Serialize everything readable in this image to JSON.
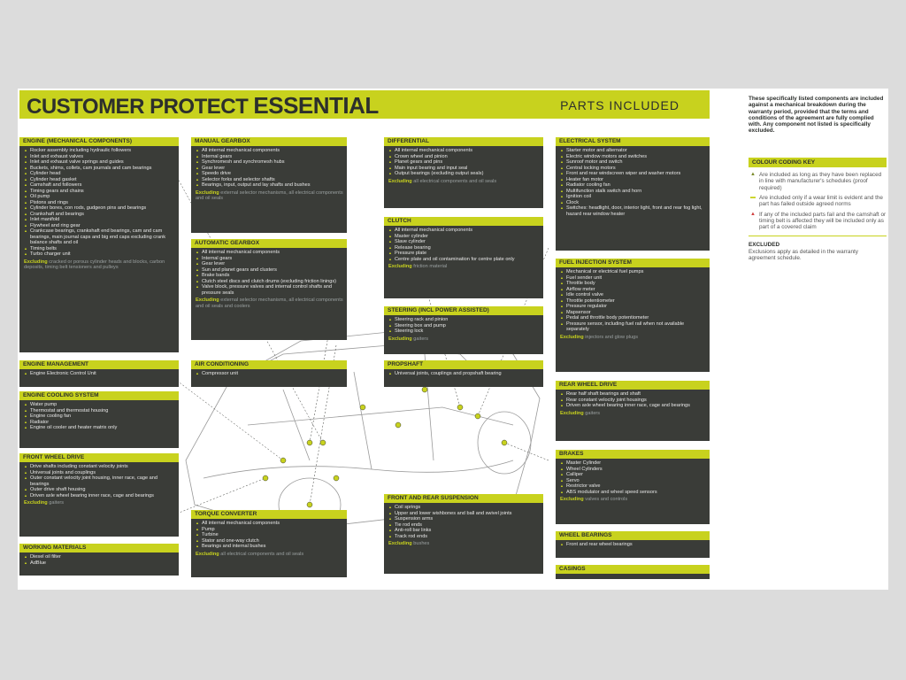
{
  "header": {
    "title_main": "CUSTOMER PROTECT ",
    "title_bold": "ESSENTIAL",
    "parts": "PARTS INCLUDED"
  },
  "sidebar": {
    "intro": "These specifically listed components are included against a mechanical breakdown during the warranty period, provided that the terms and conditions of the agreement are fully complied with. Any component not listed is specifically excluded.",
    "colour_key": "COLOUR CODING KEY",
    "key": [
      {
        "text": "Are included as long as they have been replaced in line with manufacturer's schedules (proof required)",
        "color": "#7a8a2a"
      },
      {
        "text": "Are included only if a wear limit is evident and the part has failed outside agreed norms",
        "color": "#c8d21e"
      },
      {
        "text": "If any of the included parts fail and the camshaft or timing belt is affected they will be included only as part of a covered claim",
        "color": "#d04040"
      }
    ],
    "excluded_title": "EXCLUDED",
    "excluded_text": "Exclusions apply as detailed in the warranty agreement schedule."
  },
  "boxes": [
    {
      "id": "engine",
      "title": "ENGINE (MECHANICAL COMPONENTS)",
      "items": [
        "Rocker assembly including hydraulic followers",
        "Inlet and exhaust valves",
        "Inlet and exhaust valve springs and guides",
        "Buckets, shims, collets, cam journals and cam bearings",
        "Cylinder head",
        "Cylinder head gasket",
        "Camshaft and followers",
        "Timing gears and chains",
        "Oil pump",
        "Pistons and rings",
        "Cylinder bores, con rods, gudgeon pins and bearings",
        "Crankshaft and bearings",
        "Inlet manifold",
        "Flywheel and ring gear",
        "Crankcase bearings, crankshaft end bearings, cam and cam bearings, main journal caps and big end caps excluding crank balance shafts and oil",
        "Timing belts",
        "Turbo charger unit"
      ],
      "ex_label": "Excluding",
      "ex_text": "cracked or porous cylinder heads and blocks, carbon deposits, timing belt tensioners and pulleys"
    },
    {
      "id": "mgear",
      "title": "MANUAL GEARBOX",
      "items": [
        "All internal mechanical components",
        "Internal gears",
        "Synchromesh and synchromesh hubs",
        "Gear lever",
        "Speedo drive",
        "Selector forks and selector shafts",
        "Bearings, input, output and lay shafts and bushes"
      ],
      "ex_label": "Excluding",
      "ex_text": "external selector mechanisms, all electrical components and oil seals"
    },
    {
      "id": "agear",
      "title": "AUTOMATIC GEARBOX",
      "items": [
        "All internal mechanical components",
        "Internal gears",
        "Gear lever",
        "Sun and planet gears and clusters",
        "Brake bands",
        "Clutch steel discs and clutch drums (excluding friction linings)",
        "Valve block, pressure valves and internal control shafts and pressure seals"
      ],
      "ex_label": "Excluding",
      "ex_text": "external selector mechanisms, all electrical components and oil seals and coolers"
    },
    {
      "id": "diff",
      "title": "DIFFERENTIAL",
      "items": [
        "All internal mechanical components",
        "Crown wheel and pinion",
        "Planet gears and pins",
        "Main input bearing and input seal",
        "Output bearings (excluding output seals)"
      ],
      "ex_label": "Excluding",
      "ex_text": "all electrical components and oil seals"
    },
    {
      "id": "clutch",
      "title": "CLUTCH",
      "items": [
        "All internal mechanical components",
        "Master cylinder",
        "Slave cylinder",
        "Release bearing",
        "Pressure plate",
        "Centre plate and oil contamination for centre plate only"
      ],
      "ex_label": "Excluding",
      "ex_text": "friction material"
    },
    {
      "id": "steer",
      "title": "STEERING (INCL POWER ASSISTED)",
      "items": [
        "Steering rack and pinion",
        "Steering box and pump",
        "Steering lock"
      ],
      "ex_label": "Excluding",
      "ex_text": "gaiters"
    },
    {
      "id": "elec",
      "title": "ELECTRICAL SYSTEM",
      "items": [
        "Starter motor and alternator",
        "Electric window motors and switches",
        "Sunroof motor and switch",
        "Central locking motors",
        "Front and rear windscreen wiper and washer motors",
        "Heater fan motor",
        "Radiator cooling fan",
        "Multifunction stalk switch and horn",
        "Ignition coil",
        "Clock",
        "Switches: headlight, door, interior light, front and rear fog light, hazard rear window heater"
      ],
      "ex_label": "",
      "ex_text": ""
    },
    {
      "id": "fuel",
      "title": "FUEL INJECTION SYSTEM",
      "items": [
        "Mechanical or electrical fuel pumps",
        "Fuel sender unit",
        "Throttle body",
        "Airflow meter",
        "Idle control valve",
        "Throttle potentiometer",
        "Pressure regulator",
        "Mapsensor",
        "Pedal and throttle body potentiometer",
        "Pressure sensor, including fuel rail when not available separately"
      ],
      "ex_label": "Excluding",
      "ex_text": "injectors and glow plugs"
    },
    {
      "id": "emgmt",
      "title": "ENGINE MANAGEMENT",
      "items": [
        "Engine Electronic Control Unit"
      ],
      "ex_label": "",
      "ex_text": ""
    },
    {
      "id": "aircon",
      "title": "AIR CONDITIONING",
      "items": [
        "Compressor unit"
      ],
      "ex_label": "",
      "ex_text": ""
    },
    {
      "id": "prop",
      "title": "PROPSHAFT",
      "items": [
        "Universal joints, couplings and propshaft bearing"
      ],
      "ex_label": "",
      "ex_text": ""
    },
    {
      "id": "cool",
      "title": "ENGINE COOLING SYSTEM",
      "items": [
        "Water pump",
        "Thermostat and thermostat housing",
        "Engine cooling fan",
        "Radiator",
        "Engine oil cooler and heater matrix only"
      ],
      "ex_label": "",
      "ex_text": ""
    },
    {
      "id": "rwd",
      "title": "REAR WHEEL DRIVE",
      "items": [
        "Rear half shaft bearings and shaft",
        "Rear constant velocity joint housings",
        "Driven axle wheel bearing inner race, cage and bearings"
      ],
      "ex_label": "Excluding",
      "ex_text": "gaiters"
    },
    {
      "id": "fwd",
      "title": "FRONT WHEEL DRIVE",
      "items": [
        "Drive shafts including constant velocity joints",
        "Universal joints and couplings",
        "Outer constant velocity joint housing, inner race, cage and bearings",
        "Outer drive shaft housing",
        "Driven axle wheel bearing inner race, cage and bearings"
      ],
      "ex_label": "Excluding",
      "ex_text": "gaiters"
    },
    {
      "id": "brakes",
      "title": "BRAKES",
      "items": [
        "Master Cylinder",
        "Wheel Cylinders",
        "Calliper",
        "Servo",
        "Restrictor valve",
        "ABS modulator and wheel speed sensors"
      ],
      "ex_label": "Excluding",
      "ex_text": "valves and controls"
    },
    {
      "id": "torque",
      "title": "TORQUE CONVERTER",
      "items": [
        "All internal mechanical components",
        "Pump",
        "Turbine",
        "Stator and one-way clutch",
        "Bearings and internal bushes"
      ],
      "ex_label": "Excluding",
      "ex_text": "all electrical components and oil seals"
    },
    {
      "id": "susp",
      "title": "FRONT AND REAR SUSPENSION",
      "items": [
        "Coil springs",
        "Upper and lower wishbones and ball and swivel joints",
        "Suspension arms",
        "Tie rod ends",
        "Anti-roll bar links",
        "Track rod ends"
      ],
      "ex_label": "Excluding",
      "ex_text": "bushes"
    },
    {
      "id": "workmat",
      "title": "WORKING MATERIALS",
      "items": [
        "Diesel oil filter",
        "AdBlue"
      ],
      "ex_label": "",
      "ex_text": ""
    },
    {
      "id": "wheelb",
      "title": "WHEEL BEARINGS",
      "items": [
        "Front and rear wheel bearings"
      ],
      "ex_label": "",
      "ex_text": ""
    },
    {
      "id": "casings",
      "title": "CASINGS",
      "items": [],
      "ex_label": "",
      "ex_text": ""
    }
  ]
}
